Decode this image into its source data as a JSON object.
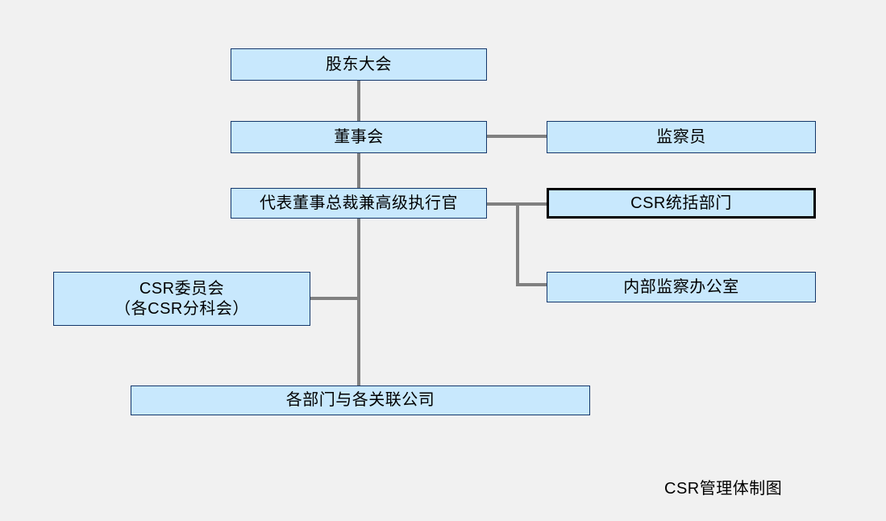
{
  "diagram": {
    "title": "CSR管理体制图",
    "background_color": "#f1f1f1",
    "node_fill_color": "#c8e8fd",
    "node_border_color": "#13376b",
    "emphasis_border_color": "#000000",
    "connector_color": "#808080",
    "nodes": [
      {
        "id": "shareholders",
        "label": "股东大会"
      },
      {
        "id": "board",
        "label": "董事会"
      },
      {
        "id": "auditor",
        "label": "监察员"
      },
      {
        "id": "ceo",
        "label": "代表董事总裁兼高级执行官"
      },
      {
        "id": "csr-dept",
        "label": "CSR统括部门"
      },
      {
        "id": "internal-audit",
        "label": "内部监察办公室"
      },
      {
        "id": "csr-committee",
        "label": "CSR委员会\n（各CSR分科会）"
      },
      {
        "id": "divisions",
        "label": "各部门与各关联公司"
      }
    ]
  }
}
